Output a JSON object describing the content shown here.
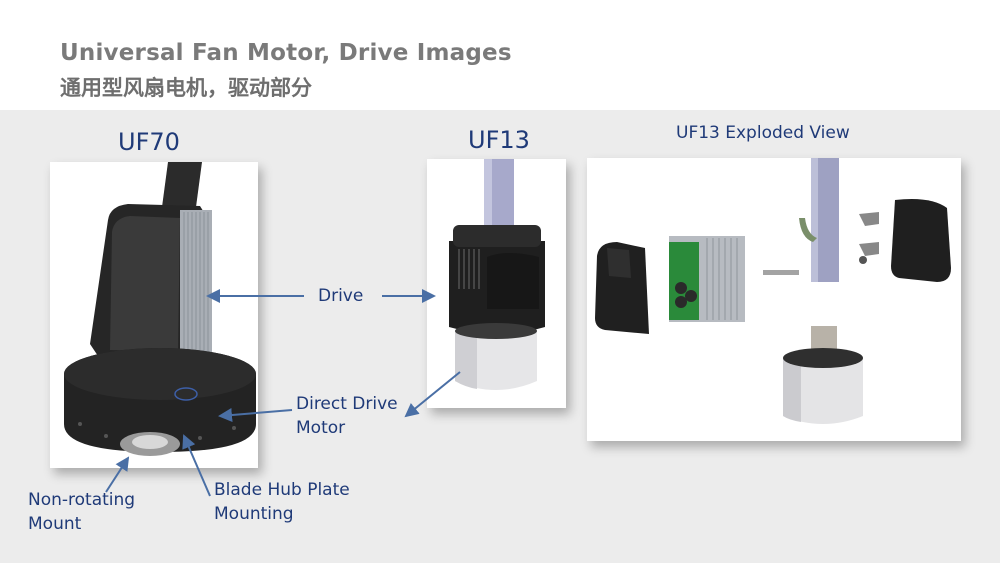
{
  "header": {
    "title_en": "Universal Fan Motor, Drive Images",
    "title_zh": "通用型风扇电机，驱动部分"
  },
  "headings": {
    "uf70": "UF70",
    "uf13": "UF13",
    "exploded": "UF13 Exploded View"
  },
  "callouts": {
    "drive": "Drive",
    "direct_drive_line1": "Direct Drive",
    "direct_drive_line2": "Motor",
    "non_rotating_line1": "Non-rotating",
    "non_rotating_line2": "Mount",
    "blade_hub_line1": "Blade Hub Plate",
    "blade_hub_line2": "Mounting"
  },
  "colors": {
    "heading": "#1f3a78",
    "title": "#7a7a7a",
    "band": "#ececec",
    "arrow": "#4a6fa5"
  }
}
